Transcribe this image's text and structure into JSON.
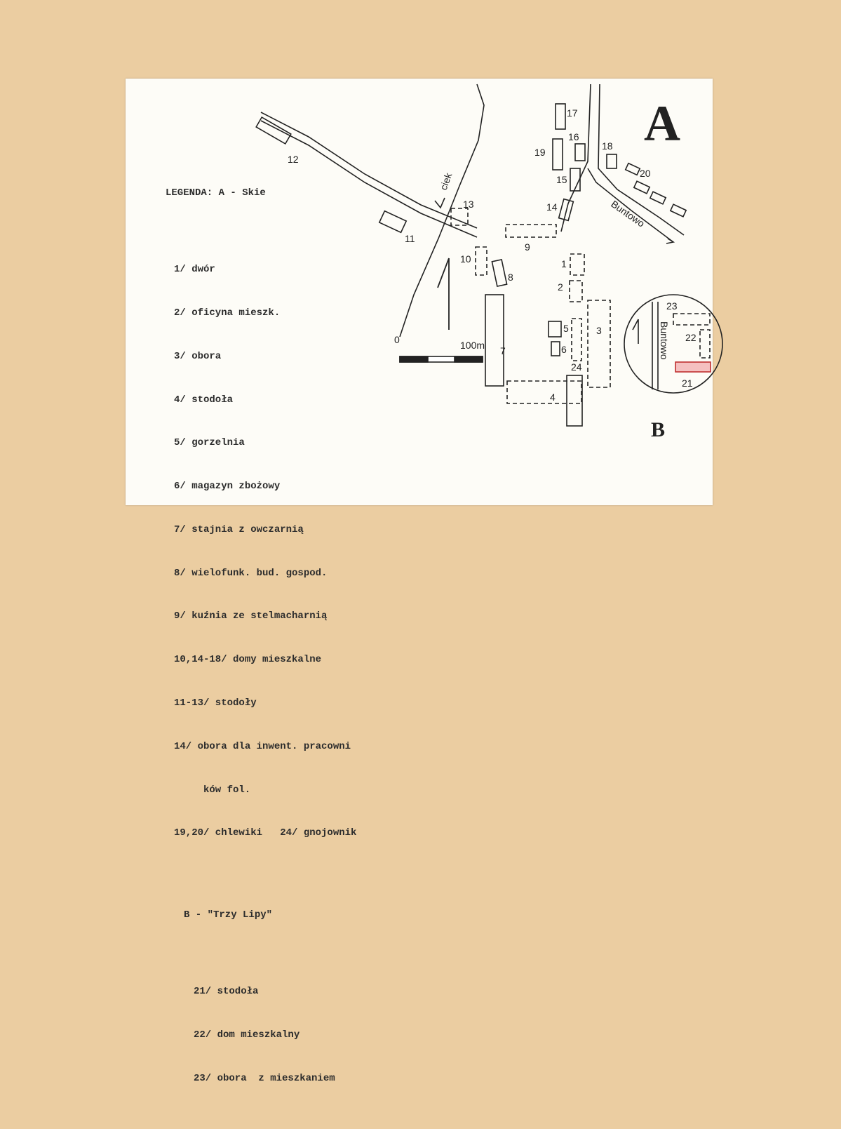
{
  "legend": {
    "title": "LEGENDA: A - Skie",
    "items_a": [
      "1/ dwór",
      "2/ oficyna mieszk.",
      "3/ obora",
      "4/ stodoła",
      "5/ gorzelnia",
      "6/ magazyn zbożowy",
      "7/ stajnia z owczarnią",
      "8/ wielofunk. bud. gospod.",
      "9/ kuźnia ze stelmacharnią",
      "10,14-18/ domy mieszkalne",
      "11-13/ stodoły",
      "14/ obora dla inwent. pracowni",
      "ków fol.",
      "19,20/ chlewiki   24/ gnojownik"
    ],
    "section_b_title": "B - \"Trzy Lipy\"",
    "items_b": [
      "21/ stodoła",
      "22/ dom mieszkalny",
      "23/ obora  z mieszkaniem"
    ]
  },
  "map": {
    "letter_a": "A",
    "letter_b": "B",
    "stream_label": "ciek",
    "road_label": "Buntowo",
    "inset_road_label": "Buntowo",
    "scale_start": "0",
    "scale_end": "100m",
    "building_numbers": [
      "1",
      "2",
      "3",
      "4",
      "5",
      "6",
      "7",
      "8",
      "9",
      "10",
      "11",
      "12",
      "13",
      "14",
      "15",
      "16",
      "17",
      "18",
      "19",
      "20",
      "24"
    ],
    "inset_numbers": [
      "21",
      "22",
      "23"
    ],
    "highlight_color": "#e05a5a"
  }
}
